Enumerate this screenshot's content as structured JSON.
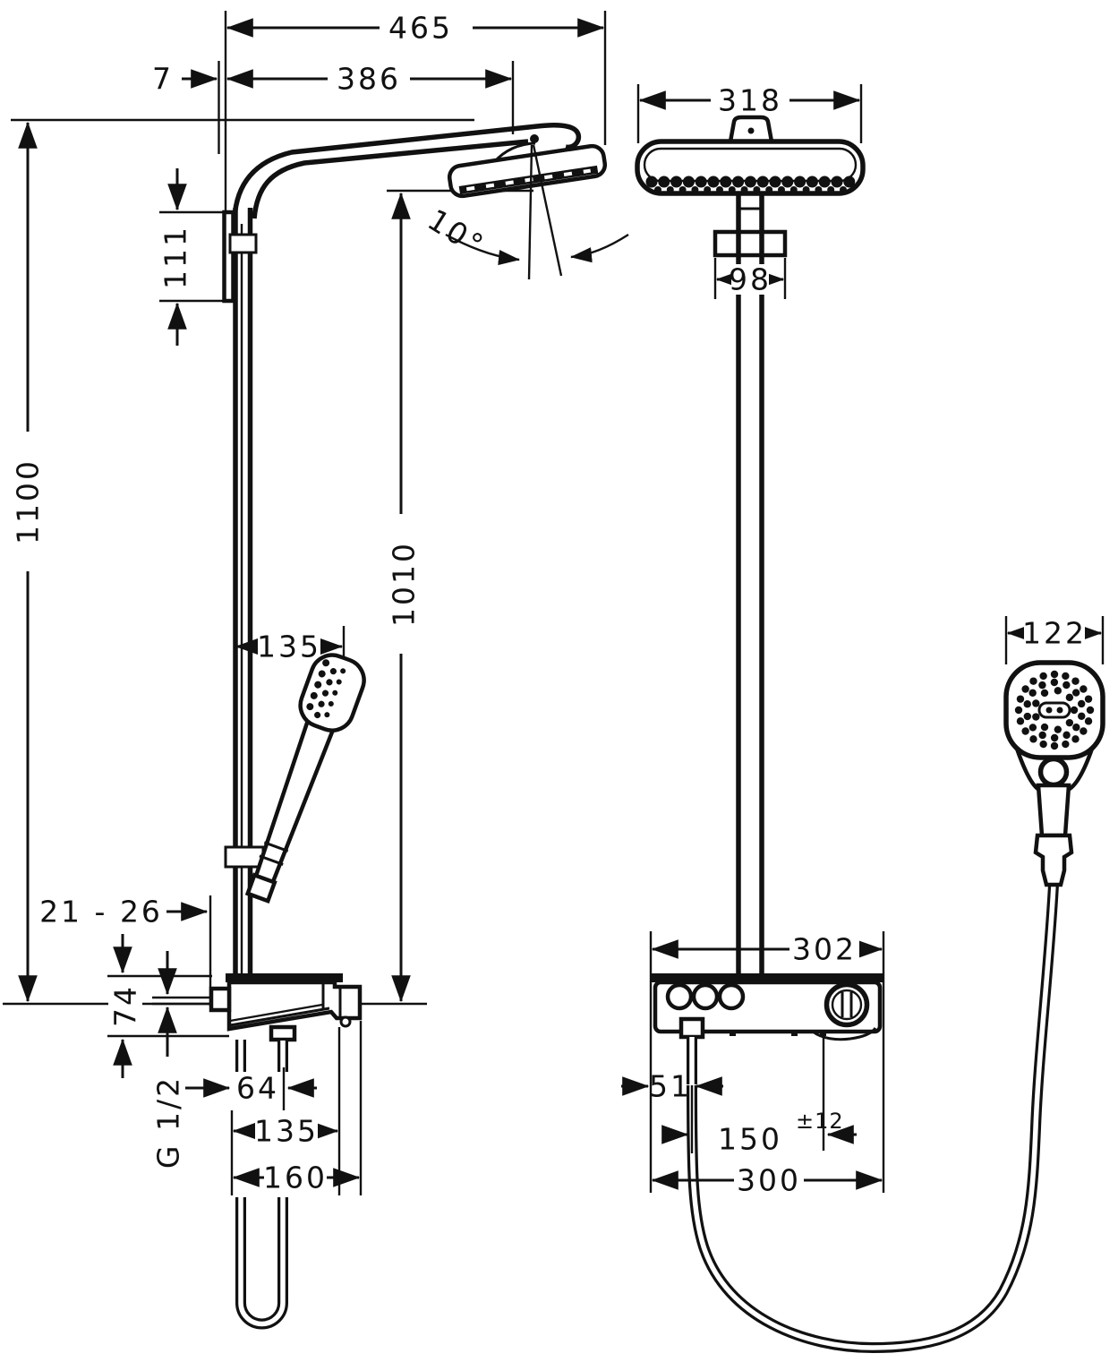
{
  "drawing": {
    "type": "technical-dimension-drawing",
    "subject": "shower pipe system with overhead shower, hand shower and thermostat shelf",
    "colors": {
      "ink": "#111111",
      "background": "#ffffff"
    },
    "units": "mm"
  },
  "side_view": {
    "dims": {
      "total_width": "465",
      "wall_offset": "7",
      "arm_projection": "386",
      "wall_bracket_height": "111",
      "total_height": "1100",
      "overhead_height": "1010",
      "head_tilt_angle": "10°",
      "hand_shower_offset": "135",
      "wall_clearance": "21 - 26",
      "valve_body_height": "74",
      "connection_thread": "G 1/2",
      "hose_outlet_offset": "64",
      "valve_width": "135",
      "valve_total_width": "160"
    }
  },
  "front_view": {
    "dims": {
      "overhead_width": "318",
      "bracket_width": "98",
      "hand_shower_width": "122",
      "shelf_width": "302",
      "outlet_offset": "51",
      "supply_spacing": "150",
      "supply_tolerance": "±12",
      "body_width": "300"
    }
  }
}
